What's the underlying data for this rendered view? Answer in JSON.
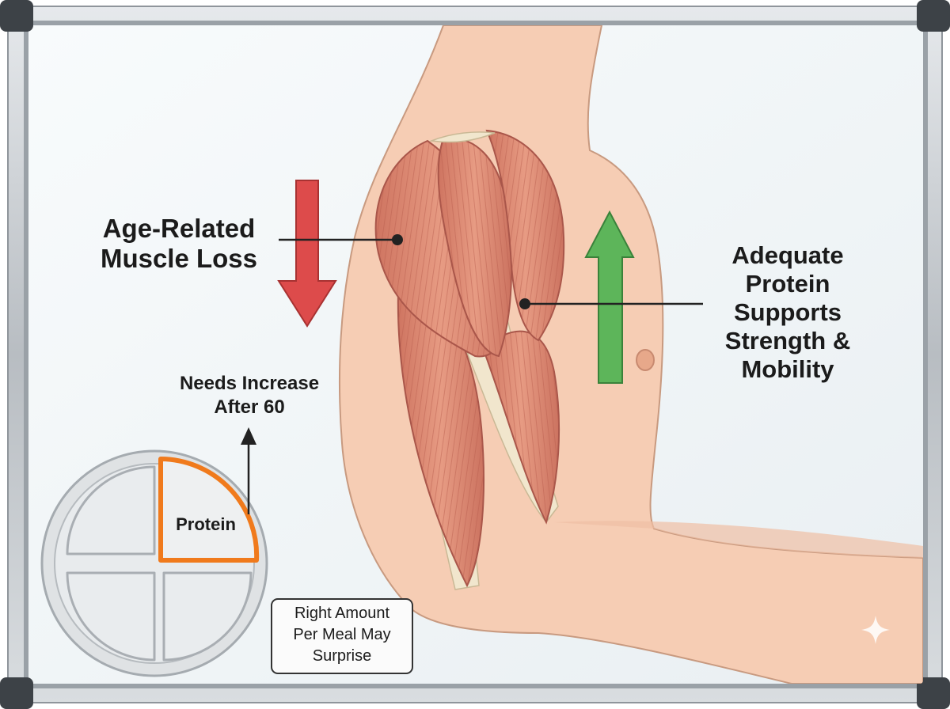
{
  "labels": {
    "muscle_loss": [
      "Age-Related",
      "Muscle Loss"
    ],
    "protein_support": [
      "Adequate",
      "Protein",
      "Supports",
      "Strength &",
      "Mobility"
    ],
    "needs_increase": [
      "Needs Increase",
      "After 60"
    ],
    "plate_protein": "Protein",
    "meal_tip": [
      "Right Amount",
      "Per Meal May",
      "Surprise"
    ]
  },
  "colors": {
    "frame": "#b9bec3",
    "board": "#f1f5f7",
    "skin": "#f5cdb4",
    "muscle": "#dc8a73",
    "tendon": "#efe3c8",
    "down_arrow": "#dd4b4b",
    "up_arrow": "#5db55a",
    "plate_protein_outline": "#f07a1c"
  },
  "icons": {
    "down_arrow": "arrow-down-icon",
    "up_arrow": "arrow-up-icon",
    "plate": "plate-icon",
    "sparkle": "sparkle-icon"
  }
}
